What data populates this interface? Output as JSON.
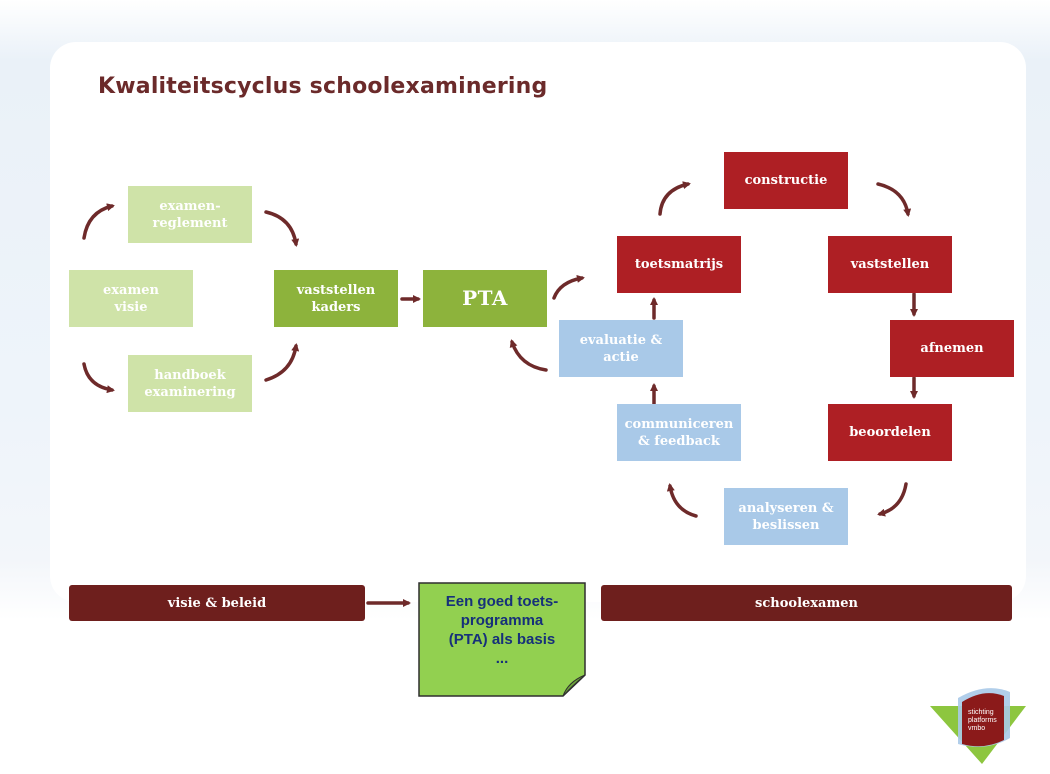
{
  "title": "Kwaliteitscyclus schoolexaminering",
  "left": {
    "examenreglement": "examen-\nreglement",
    "examen_visie": "examen\nvisie",
    "handboek": "handboek\nexaminering",
    "vaststellen_kaders": "vaststellen\nkaders",
    "pta": "PTA"
  },
  "cycle": {
    "toetsmatrijs": "toetsmatrijs",
    "constructie": "constructie",
    "vaststellen": "vaststellen",
    "afnemen": "afnemen",
    "beoordelen": "beoordelen",
    "analyseren": "analyseren &\nbeslissen",
    "communiceren": "communiceren\n& feedback",
    "evaluatie": "evaluatie &\nactie"
  },
  "bottom": {
    "visie_beleid": "visie & beleid",
    "schoolexamen": "schoolexamen",
    "note": "Een goed toets-\nprogramma\n(PTA) als basis\n..."
  },
  "logo": {
    "text": "stichting\nplatforms\nvmbo"
  },
  "colors": {
    "title": "#6b2a2a",
    "pale_green": "#cfe3a8",
    "green": "#8db33c",
    "red": "#ae1f24",
    "light_blue": "#a9c9e8",
    "bar": "#6e1f1d",
    "note": "#92d050",
    "arrow": "#6e2a2a"
  }
}
